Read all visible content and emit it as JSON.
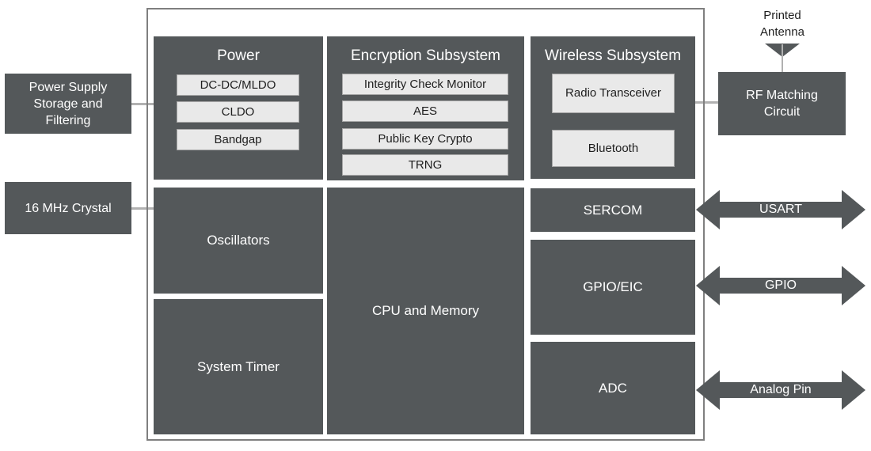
{
  "colors": {
    "block": "#54585A",
    "inner_box": "#E9E9E9",
    "inner_border": "#A6A6A6",
    "outer_border": "#7F7F7F",
    "connector": "#B1B1B1"
  },
  "external": {
    "power_supply_label": "Power Supply Storage and Filtering",
    "crystal_label": "16 MHz Crystal",
    "printed_antenna_label": "Printed Antenna",
    "rf_matching_label": "RF Matching Circuit"
  },
  "chip": {
    "power": {
      "title": "Power",
      "items": [
        "DC-DC/MLDO",
        "CLDO",
        "Bandgap"
      ]
    },
    "encryption": {
      "title": "Encryption Subsystem",
      "items": [
        "Integrity Check Monitor",
        "AES",
        "Public Key Crypto",
        "TRNG"
      ]
    },
    "wireless": {
      "title": "Wireless Subsystem",
      "items": [
        "Radio Transceiver",
        "Bluetooth"
      ]
    },
    "oscillators_label": "Oscillators",
    "system_timer_label": "System Timer",
    "cpu_memory_label": "CPU and Memory",
    "sercom_label": "SERCOM",
    "gpio_eic_label": "GPIO/EIC",
    "adc_label": "ADC"
  },
  "arrows": [
    {
      "label": "USART"
    },
    {
      "label": "GPIO"
    },
    {
      "label": "Analog Pin"
    }
  ]
}
